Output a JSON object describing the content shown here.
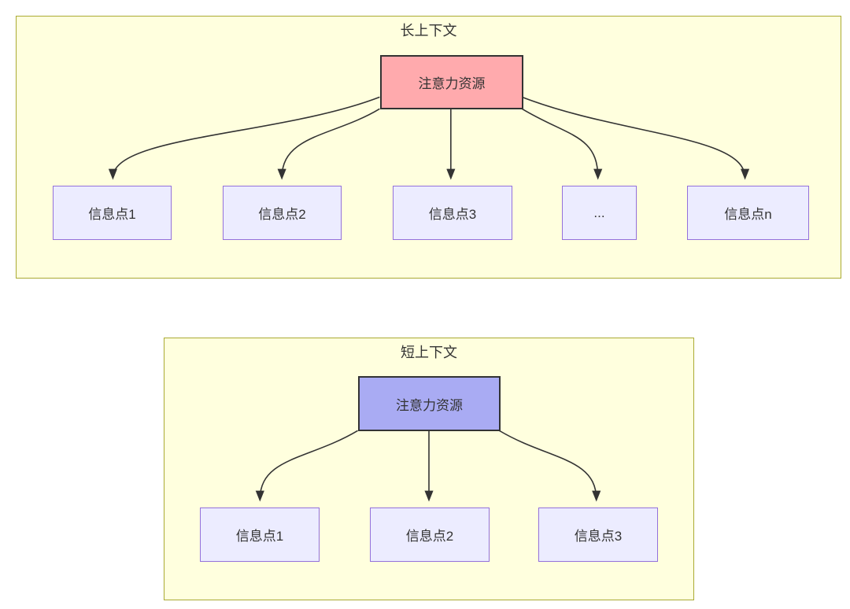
{
  "diagram": {
    "long_context": {
      "title": "长上下文",
      "attention_label": "注意力资源",
      "info_nodes": [
        "信息点1",
        "信息点2",
        "信息点3",
        "...",
        "信息点n"
      ]
    },
    "short_context": {
      "title": "短上下文",
      "attention_label": "注意力资源",
      "info_nodes": [
        "信息点1",
        "信息点2",
        "信息点3"
      ]
    },
    "colors": {
      "group_fill": "#ffffde",
      "group_border": "#aaaa33",
      "attention_long_fill": "#ffaaad",
      "attention_short_fill": "#a9abf3",
      "attention_border": "#333333",
      "info_fill": "#ececff",
      "info_border": "#9370db",
      "arrow": "#333333",
      "text": "#333333"
    }
  }
}
